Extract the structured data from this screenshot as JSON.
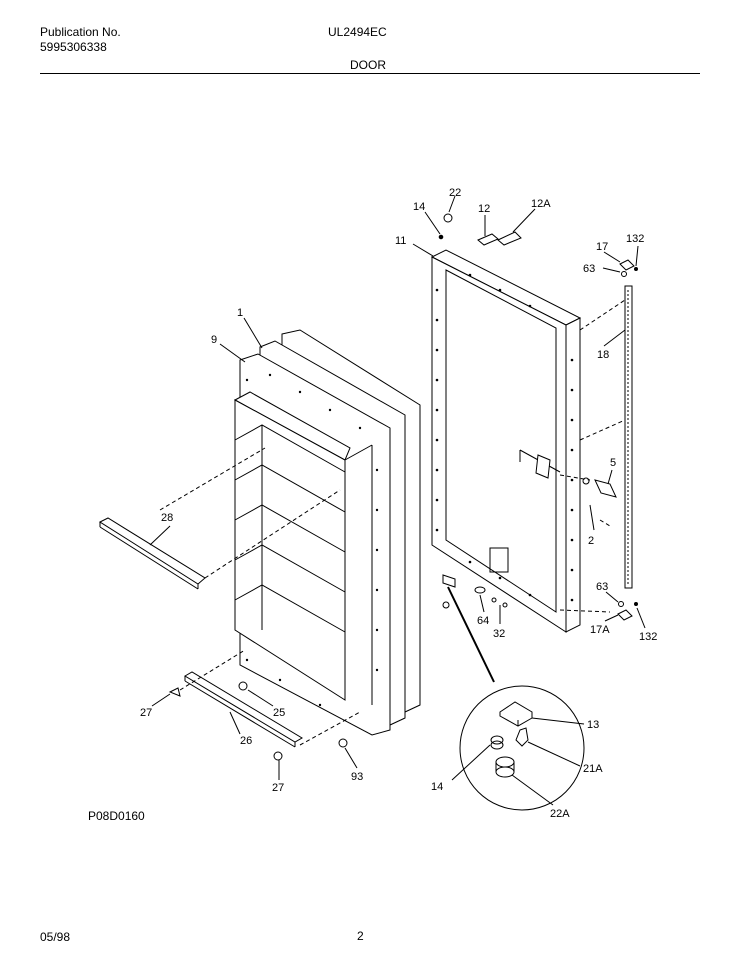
{
  "header": {
    "publication_label": "Publication No.",
    "publication_number": "5995306338",
    "model": "UL2494EC",
    "section": "DOOR"
  },
  "diagram": {
    "drawing_id": "P08D0160",
    "callouts": [
      "22",
      "14",
      "12",
      "12A",
      "11",
      "17",
      "132",
      "63",
      "18",
      "1",
      "9",
      "5",
      "2",
      "28",
      "63",
      "17A",
      "132",
      "64",
      "32",
      "27",
      "25",
      "26",
      "13",
      "14",
      "21A",
      "22A",
      "27",
      "93"
    ]
  },
  "footer": {
    "date": "05/98",
    "page": "2"
  }
}
